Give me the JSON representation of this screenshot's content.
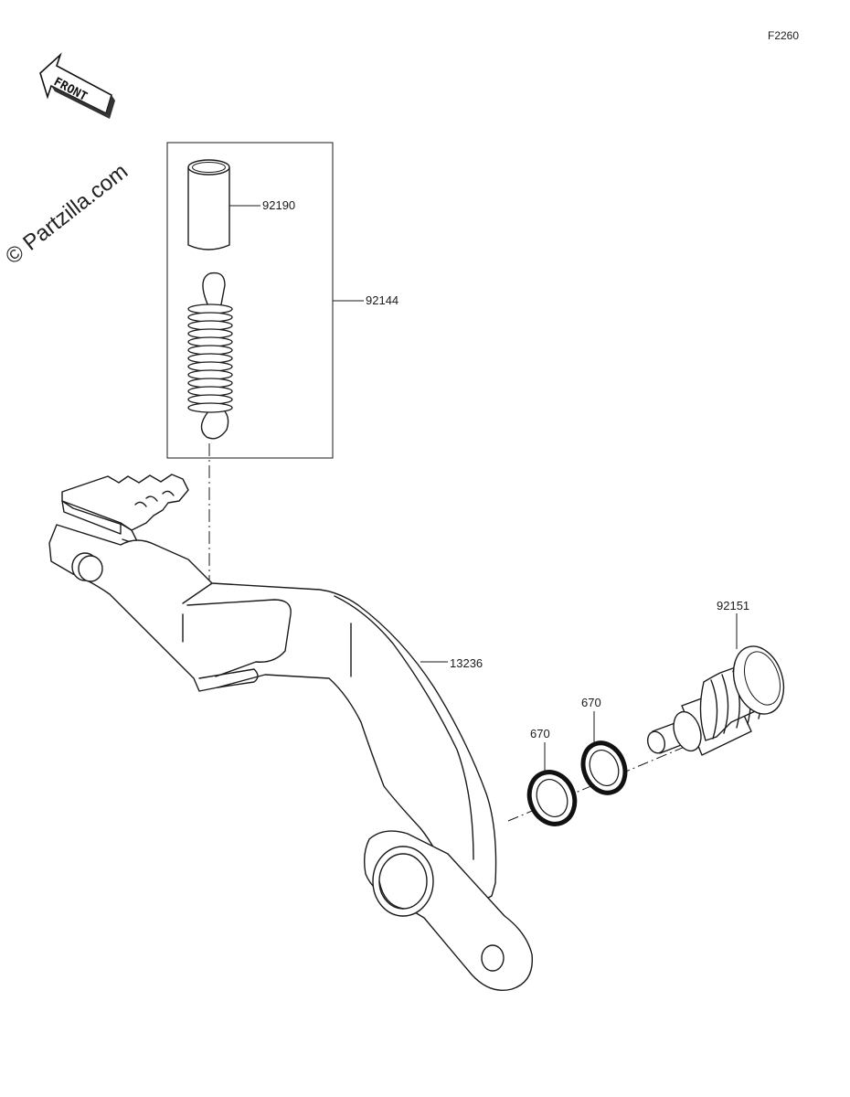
{
  "diagram": {
    "code": "F2260",
    "watermark": "© Partzilla.com",
    "front_label": "FRONT",
    "parts": [
      {
        "number": "92190",
        "name": "collar"
      },
      {
        "number": "92144",
        "name": "spring-set"
      },
      {
        "number": "13236",
        "name": "brake-pedal"
      },
      {
        "number": "92151",
        "name": "pivot-bolt"
      },
      {
        "number": "670",
        "name": "o-ring-outer"
      },
      {
        "number": "670",
        "name": "o-ring-inner"
      }
    ]
  }
}
